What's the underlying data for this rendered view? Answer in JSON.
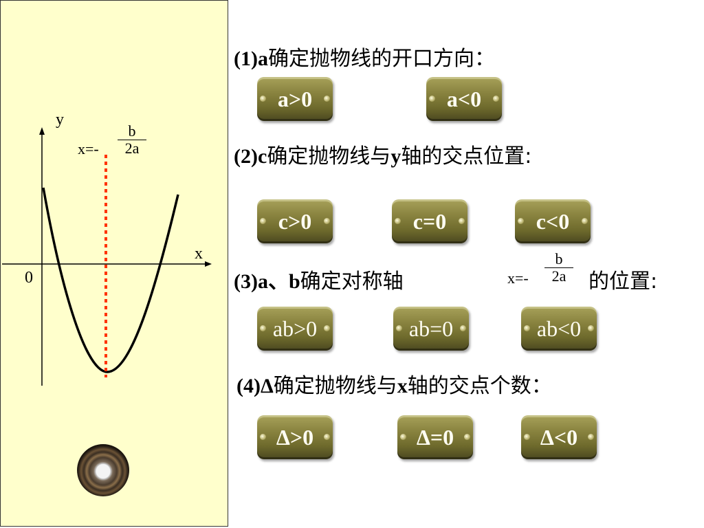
{
  "graph": {
    "y_label": "y",
    "x_label": "x",
    "origin_label": "0",
    "axis_eq_prefix": "x=-",
    "axis_frac_num": "b",
    "axis_frac_den": "2a"
  },
  "questions": [
    {
      "label": "(1)",
      "var": "a",
      "text": "确定抛物线的开口方向："
    },
    {
      "label": "(2)",
      "var": "c",
      "text": "确定抛物线与",
      "var2": "y",
      "text2": "轴的交点位置:"
    },
    {
      "label": "(3)",
      "var": "a、b",
      "text": "确定对称轴",
      "eq_prefix": "x=-",
      "frac_num": "b",
      "frac_den": "2a",
      "text2": "的位置:"
    },
    {
      "label": "(4)",
      "var": "Δ",
      "text": "确定抛物线与",
      "var2": "x",
      "text2": "轴的交点个数："
    }
  ],
  "buttons": {
    "row1": [
      "a>0",
      "a<0"
    ],
    "row2": [
      "c>0",
      "c=0",
      "c<0"
    ],
    "row3": [
      "ab>0",
      "ab=0",
      "ab<0"
    ],
    "row4": [
      "Δ>0",
      "Δ=0",
      "Δ<0"
    ]
  },
  "colors": {
    "panel_bg": "#ffffcc",
    "symmetry_axis": "#ff3300",
    "button_base": "#8a8440",
    "button_text": "#fffdf2"
  },
  "icons": {
    "orb": "metallic-orb-icon"
  }
}
